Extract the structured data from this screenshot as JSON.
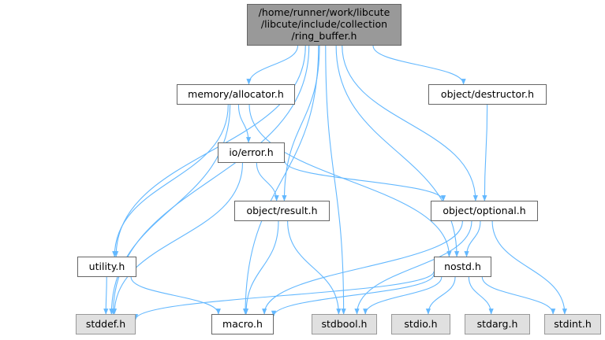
{
  "colors": {
    "edge": "#63b8ff",
    "main_fill": "#999999",
    "node_fill": "#ffffff",
    "system_fill": "#e0e0e0",
    "border": "#666666"
  },
  "nodes": {
    "ring_buffer": {
      "lines": [
        "/home/runner/work/libcute",
        "/libcute/include/collection",
        "/ring_buffer.h"
      ]
    },
    "memory_allocator": {
      "label": "memory/allocator.h"
    },
    "object_destructor": {
      "label": "object/destructor.h"
    },
    "io_error": {
      "label": "io/error.h"
    },
    "object_result": {
      "label": "object/result.h"
    },
    "object_optional": {
      "label": "object/optional.h"
    },
    "utility": {
      "label": "utility.h"
    },
    "nostd": {
      "label": "nostd.h"
    },
    "stddef": {
      "label": "stddef.h"
    },
    "macro": {
      "label": "macro.h"
    },
    "stdbool": {
      "label": "stdbool.h"
    },
    "stdio": {
      "label": "stdio.h"
    },
    "stdarg": {
      "label": "stdarg.h"
    },
    "stdint": {
      "label": "stdint.h"
    }
  },
  "edges": [
    [
      "ring_buffer",
      "memory_allocator"
    ],
    [
      "ring_buffer",
      "object_destructor"
    ],
    [
      "ring_buffer",
      "object_result"
    ],
    [
      "ring_buffer",
      "object_optional"
    ],
    [
      "ring_buffer",
      "utility"
    ],
    [
      "ring_buffer",
      "nostd"
    ],
    [
      "ring_buffer",
      "stddef"
    ],
    [
      "ring_buffer",
      "macro"
    ],
    [
      "ring_buffer",
      "stdbool"
    ],
    [
      "memory_allocator",
      "io_error"
    ],
    [
      "memory_allocator",
      "utility"
    ],
    [
      "memory_allocator",
      "nostd"
    ],
    [
      "memory_allocator",
      "stddef"
    ],
    [
      "object_destructor",
      "object_optional"
    ],
    [
      "io_error",
      "object_result"
    ],
    [
      "io_error",
      "object_optional"
    ],
    [
      "io_error",
      "stddef"
    ],
    [
      "object_result",
      "macro"
    ],
    [
      "object_result",
      "stdbool"
    ],
    [
      "object_optional",
      "nostd"
    ],
    [
      "object_optional",
      "macro"
    ],
    [
      "object_optional",
      "stdbool"
    ],
    [
      "object_optional",
      "stdint"
    ],
    [
      "utility",
      "stddef"
    ],
    [
      "utility",
      "macro"
    ],
    [
      "nostd",
      "stddef"
    ],
    [
      "nostd",
      "macro"
    ],
    [
      "nostd",
      "stdbool"
    ],
    [
      "nostd",
      "stdio"
    ],
    [
      "nostd",
      "stdarg"
    ],
    [
      "nostd",
      "stdint"
    ]
  ]
}
